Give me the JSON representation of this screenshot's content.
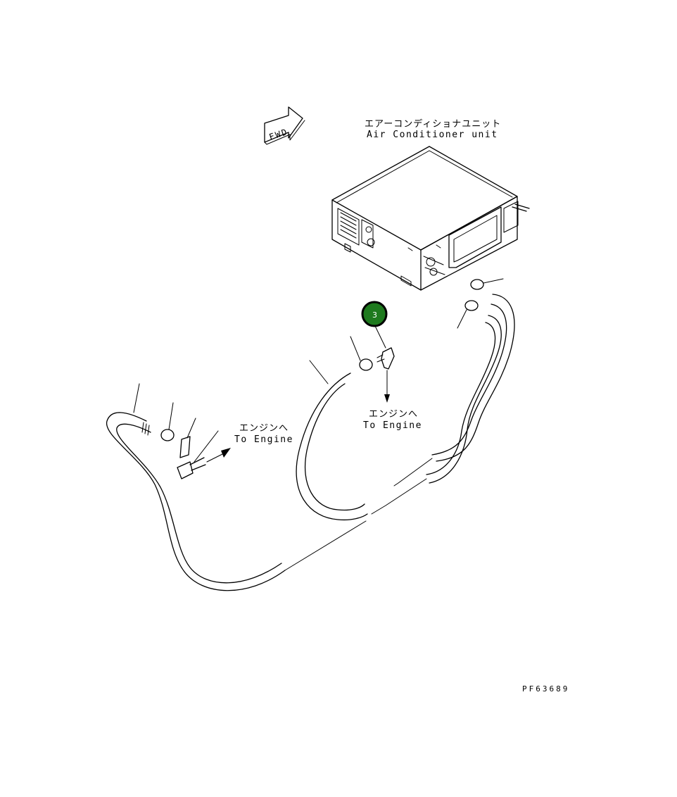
{
  "labels": {
    "fwd": "FWD",
    "ac_unit_jp": "エアーコンディショナユニット",
    "ac_unit_en": "Air Conditioner unit",
    "engine_left_jp": "エンジンへ",
    "engine_left_en": "To Engine",
    "engine_center_jp": "エンジンへ",
    "engine_center_en": "To Engine",
    "drawing_number": "PF63689"
  },
  "callouts": [
    {
      "number": "3",
      "color": "#1e7a1e"
    }
  ],
  "colors": {
    "line": "#000000",
    "background": "#ffffff",
    "callout_fill": "#1e7a1e",
    "callout_ring": "#000000"
  }
}
